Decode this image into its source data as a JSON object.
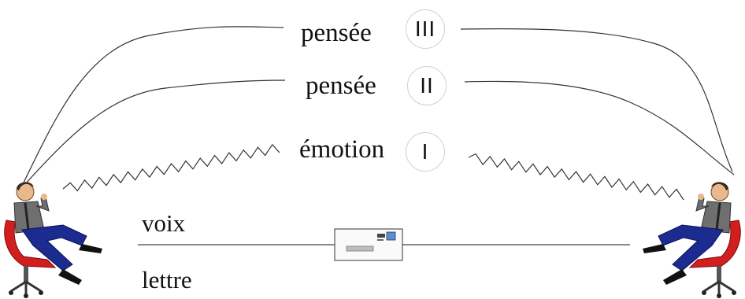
{
  "levels": [
    {
      "label": "pensée",
      "numeral": "III"
    },
    {
      "label": "pensée",
      "numeral": "II"
    },
    {
      "label": "émotion",
      "numeral": "I"
    }
  ],
  "channel": {
    "top_label": "voix",
    "bottom_label": "lettre"
  },
  "icons": {
    "left_person": "seated-person-icon",
    "right_person": "seated-person-icon",
    "envelope": "envelope-icon"
  },
  "colors": {
    "chair": "#d21e1e",
    "trousers": "#1b2b8f",
    "line": "#333333"
  }
}
